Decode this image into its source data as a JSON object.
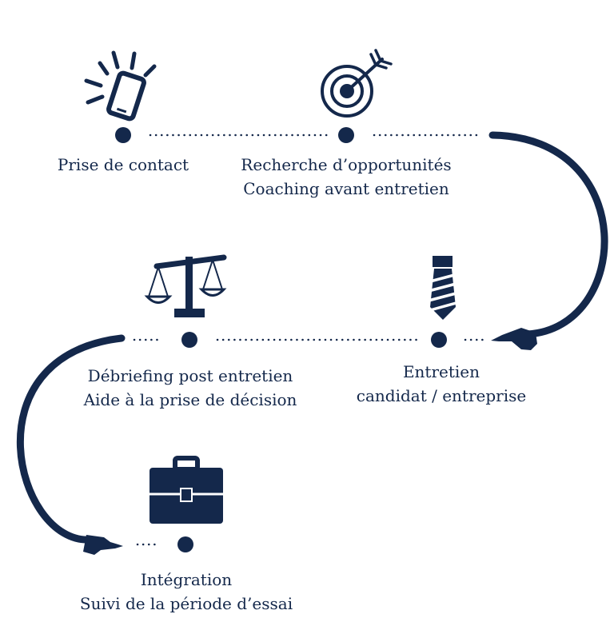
{
  "colors": {
    "ink": "#14284b",
    "background": "#ffffff"
  },
  "steps": [
    {
      "icon": "smartphone-ringing-icon",
      "lines": [
        "Prise de contact"
      ]
    },
    {
      "icon": "target-arrow-icon",
      "lines": [
        "Recherche d’opportunités",
        "Coaching avant entretien"
      ]
    },
    {
      "icon": "necktie-icon",
      "lines": [
        "Entretien",
        "candidat / entreprise"
      ]
    },
    {
      "icon": "scales-icon",
      "lines": [
        "Débriefing post entretien",
        "Aide à la prise de décision"
      ]
    },
    {
      "icon": "briefcase-icon",
      "lines": [
        "Intégration",
        "Suivi de la période d’essai"
      ]
    }
  ],
  "connectors": [
    "pointing-hand-icon",
    "pointing-hand-icon"
  ]
}
